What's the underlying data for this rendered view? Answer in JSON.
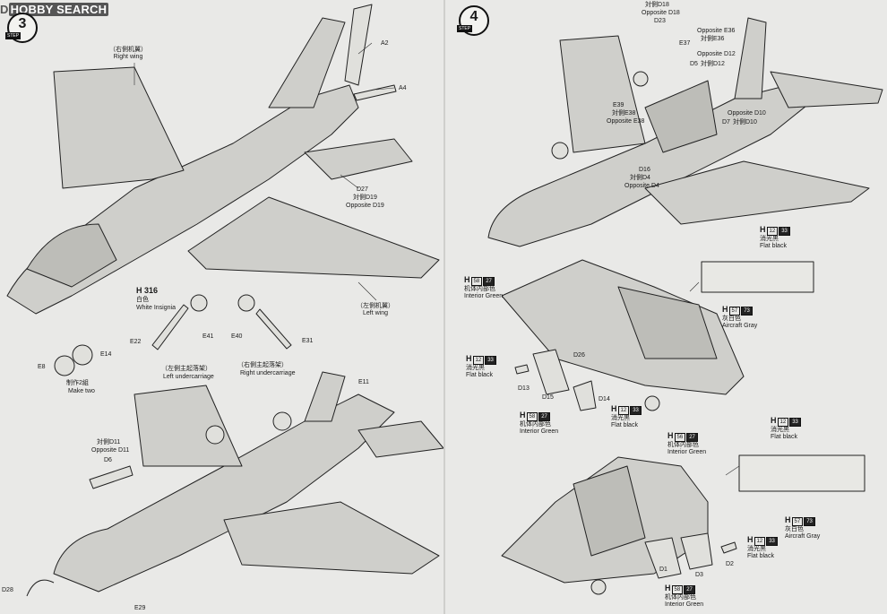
{
  "watermark": {
    "prefix": "D",
    "brand": "HOBBY SEARCH"
  },
  "steps": {
    "left": "3",
    "right": "4",
    "tag": "STEP"
  },
  "left_page": {
    "right_wing": "（右側机翼）\nRight wing",
    "left_wing": "（左側机翼）\nLeft wing",
    "a2": "A2",
    "a4": "A4",
    "d27": "D27",
    "d27_opp": "対側D19",
    "d27_opp_en": "Opposite D19",
    "white_ins_code": "H 316",
    "white_ins_cn": "白色",
    "white_ins": "White Insignia",
    "e22": "E22",
    "e41": "E41",
    "e40": "E40",
    "e31": "E31",
    "e8": "E8",
    "e14": "E14",
    "make_two_cn": "制作2組",
    "make_two": "Make two",
    "left_uc_cn": "（左側主起落架）",
    "left_uc": "Left undercarriage",
    "right_uc_cn": "（右側主起落架）",
    "right_uc": "Right undercarriage",
    "e11": "E11",
    "opp_d11_cn": "対側D11",
    "opp_d11": "Opposite D11",
    "d6": "D6",
    "d28": "D28",
    "e29": "E29"
  },
  "right_page": {
    "d18_cn": "対側D18",
    "d18": "Opposite D18",
    "d23": "D23",
    "e37": "E37",
    "e36": "Opposite E36",
    "e36_cn": "対側E36",
    "d12": "Opposite D12",
    "d12_cn": "対側D12",
    "d5": "D5",
    "e39": "E39",
    "e38_cn": "対側E38",
    "e38": "Opposite E38",
    "d10": "Opposite D10",
    "d10_cn": "対側D10",
    "d7": "D7",
    "d16": "D16",
    "d4_cn": "対側D4",
    "d4": "Opposite D4",
    "paint_flat_black_1": {
      "code": "H",
      "n1": "12",
      "n2": "33",
      "cn": "消光黒",
      "en": "Flat black"
    },
    "paint_interior_1": {
      "code": "H",
      "n1": "58",
      "n2": "27",
      "cn": "机体内部色",
      "en": "Interior Green"
    },
    "paint_gray_1": {
      "code": "H",
      "n1": "57",
      "n2": "73",
      "cn": "灰白色",
      "en": "Aircraft Gray"
    },
    "paint_flat_black_2": {
      "code": "H",
      "n1": "12",
      "n2": "33",
      "cn": "消光黒",
      "en": "Flat black"
    },
    "d13": "D13",
    "d15": "D15",
    "d26": "D26",
    "d14": "D14",
    "paint_interior_2": {
      "code": "H",
      "n1": "58",
      "n2": "27",
      "cn": "机体内部色",
      "en": "Interior Green"
    },
    "paint_flat_black_3": {
      "code": "H",
      "n1": "12",
      "n2": "33",
      "cn": "消光黒",
      "en": "Flat black"
    },
    "paint_interior_3": {
      "code": "H",
      "n1": "56",
      "n2": "27",
      "cn": "机体内部色",
      "en": "Interior Green"
    },
    "paint_flat_black_4": {
      "code": "H",
      "n1": "12",
      "n2": "33",
      "cn": "消光黒",
      "en": "Flat black"
    },
    "paint_gray_2": {
      "code": "H",
      "n1": "57",
      "n2": "73",
      "cn": "灰白色",
      "en": "Aircraft Gray"
    },
    "paint_flat_black_5": {
      "code": "H",
      "n1": "12",
      "n2": "33",
      "cn": "消光黒",
      "en": "Flat black"
    },
    "paint_interior_4": {
      "code": "H",
      "n1": "58",
      "n2": "27",
      "cn": "机体内部色",
      "en": "Interior Green"
    },
    "d1": "D1",
    "d3": "D3",
    "d2": "D2"
  }
}
